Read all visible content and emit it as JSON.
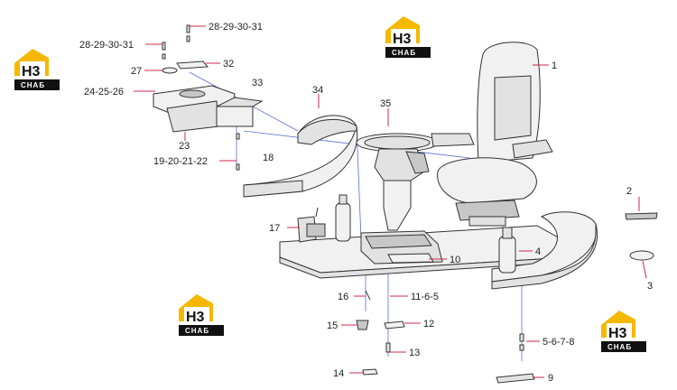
{
  "watermark": {
    "line1": "H3",
    "line2": "СНАБ",
    "accent": "#f5b800"
  },
  "labels": {
    "p1": "1",
    "p2": "2",
    "p3": "3",
    "p4": "4",
    "p5678": "5-6-7-8",
    "p9": "9",
    "p10": "10",
    "p11": "11-6-5",
    "p12": "12",
    "p13": "13",
    "p14": "14",
    "p15": "15",
    "p16": "16",
    "p17": "17",
    "p18": "18",
    "p19": "19-20-21-22",
    "p23": "23",
    "p24": "24-25-26",
    "p27": "27",
    "p28a": "28-29-30-31",
    "p28b": "28-29-30-31",
    "p32": "32",
    "p33": "33",
    "p34": "34",
    "p35": "35"
  }
}
